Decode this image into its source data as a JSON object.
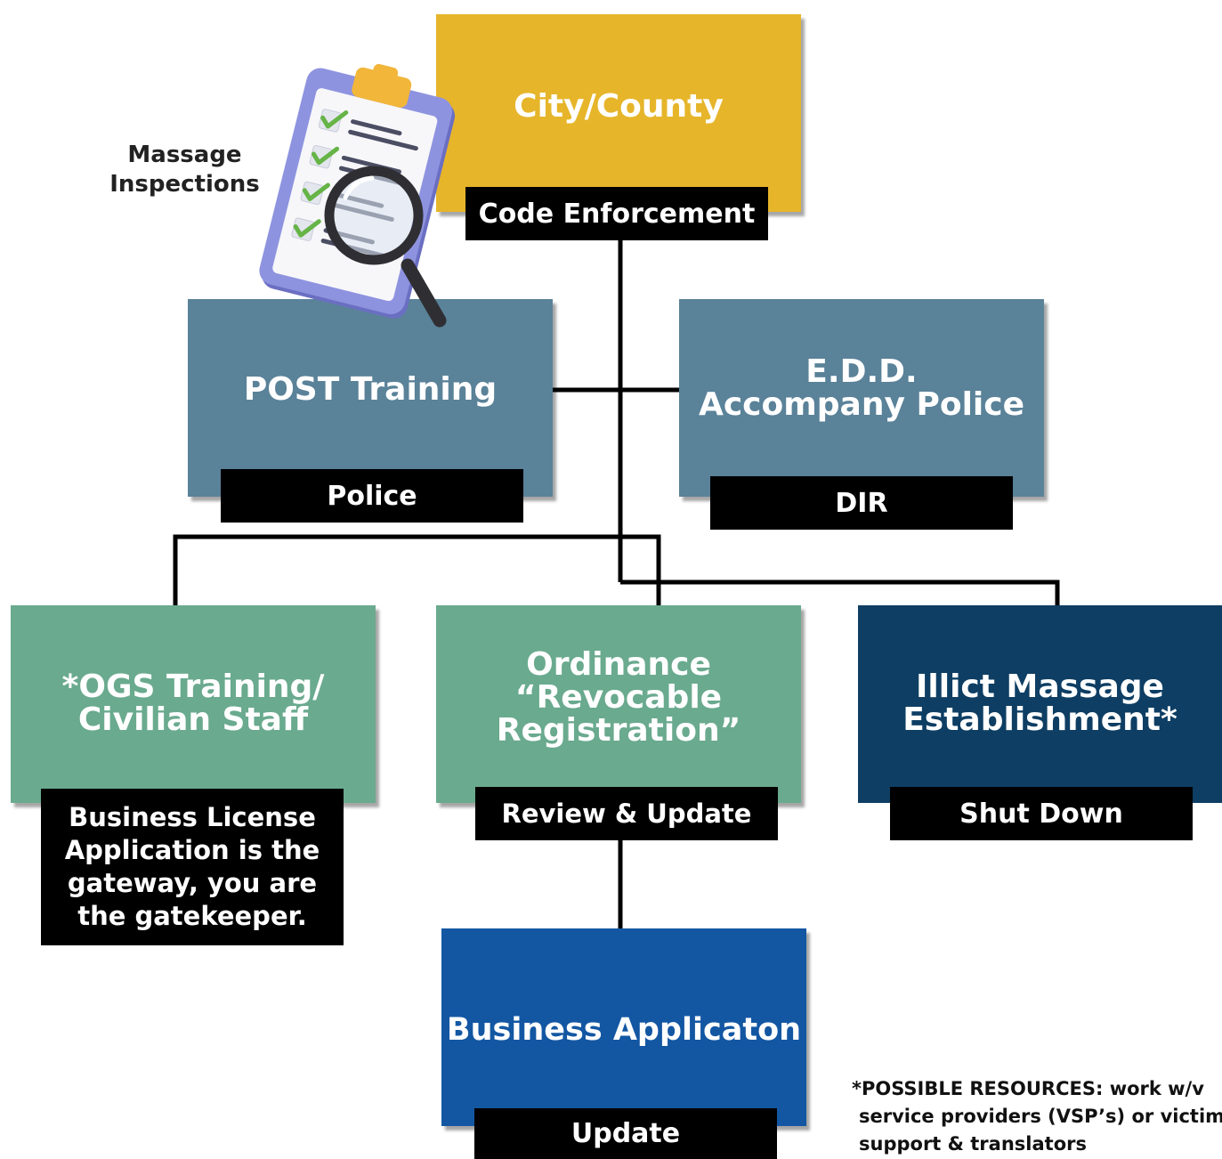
{
  "colors": {
    "yellow": "#E6B52A",
    "steel_blue": "#5A8299",
    "sea_green": "#6AAA8F",
    "navy": "#0E3E63",
    "royal_blue": "#1357A3",
    "tag_black": "#000000"
  },
  "nodes": {
    "city_county": {
      "title": "City/County",
      "tag": "Code Enforcement"
    },
    "post_training": {
      "title": "POST Training",
      "tag": "Police"
    },
    "edd": {
      "title_line1": "E.D.D.",
      "title_line2": "Accompany Police",
      "tag": "DIR"
    },
    "ogs": {
      "title_line1": "*OGS Training/",
      "title_line2": "Civilian Staff",
      "tag_lines": [
        "Business License",
        "Application is the",
        "gateway, you are",
        "the gatekeeper."
      ]
    },
    "ordinance": {
      "title_line1": "Ordinance",
      "title_line2": "“Revocable",
      "title_line3": "Registration”",
      "tag": "Review & Update"
    },
    "illicit": {
      "title_line1": "Illict Massage",
      "title_line2": "Establishment*",
      "tag": "Shut Down"
    },
    "business_app": {
      "title": "Business Applicaton",
      "tag": "Update"
    }
  },
  "side_label": {
    "line1": "Massage",
    "line2": "Inspections",
    "icon": "clipboard-magnifier-icon"
  },
  "footnote": {
    "line1": "*POSSIBLE RESOURCES: work w/v",
    "line2": "service providers (VSP’s) or victim",
    "line3": "support & translators"
  }
}
